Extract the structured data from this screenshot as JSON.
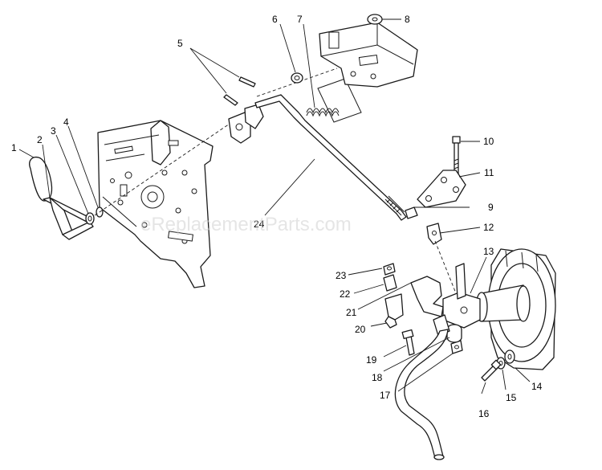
{
  "watermark": "eReplacementParts.com",
  "callouts": [
    {
      "id": "c1",
      "label": "1"
    },
    {
      "id": "c2",
      "label": "2"
    },
    {
      "id": "c3",
      "label": "3"
    },
    {
      "id": "c4",
      "label": "4"
    },
    {
      "id": "c5",
      "label": "5"
    },
    {
      "id": "c6",
      "label": "6"
    },
    {
      "id": "c7",
      "label": "7"
    },
    {
      "id": "c8",
      "label": "8"
    },
    {
      "id": "c9",
      "label": "9"
    },
    {
      "id": "c10",
      "label": "10"
    },
    {
      "id": "c11",
      "label": "11"
    },
    {
      "id": "c12",
      "label": "12"
    },
    {
      "id": "c13",
      "label": "13"
    },
    {
      "id": "c14",
      "label": "14"
    },
    {
      "id": "c15",
      "label": "15"
    },
    {
      "id": "c16",
      "label": "16"
    },
    {
      "id": "c17",
      "label": "17"
    },
    {
      "id": "c18",
      "label": "18"
    },
    {
      "id": "c19",
      "label": "19"
    },
    {
      "id": "c20",
      "label": "20"
    },
    {
      "id": "c21",
      "label": "21"
    },
    {
      "id": "c22",
      "label": "22"
    },
    {
      "id": "c23",
      "label": "23"
    },
    {
      "id": "c24",
      "label": "24"
    }
  ]
}
